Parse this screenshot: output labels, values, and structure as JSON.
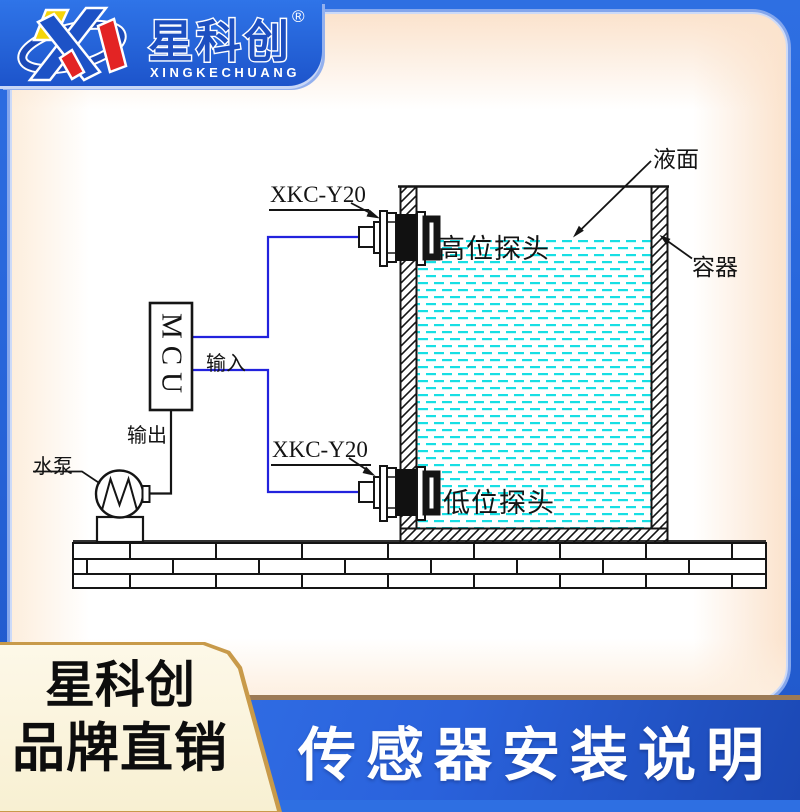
{
  "brand": {
    "logo_cn": "星科创",
    "logo_en": "XINGKECHUANG",
    "registered": "®"
  },
  "colors": {
    "frame_blue": "#2765da",
    "banner_blue_dark": "#1b48b4",
    "panel_peach": "#fbe3cd",
    "water_cyan": "#17dfe4",
    "wire_blue": "#2222dd",
    "badge_gold": "#c89a4a",
    "badge_cream": "#f8f0d2"
  },
  "diagram": {
    "probe_model_top": "XKC-Y20",
    "probe_model_bottom": "XKC-Y20",
    "high_probe_label": "高位探头",
    "low_probe_label": "低位探头",
    "liquid_surface_label": "液面",
    "container_label": "容器",
    "mcu_label": "MCU",
    "input_label": "输入",
    "output_label": "输出",
    "pump_label": "水泵"
  },
  "footer": {
    "badge_line1": "星科创",
    "badge_line2": "品牌直销",
    "banner_title": "传感器安装说明"
  }
}
